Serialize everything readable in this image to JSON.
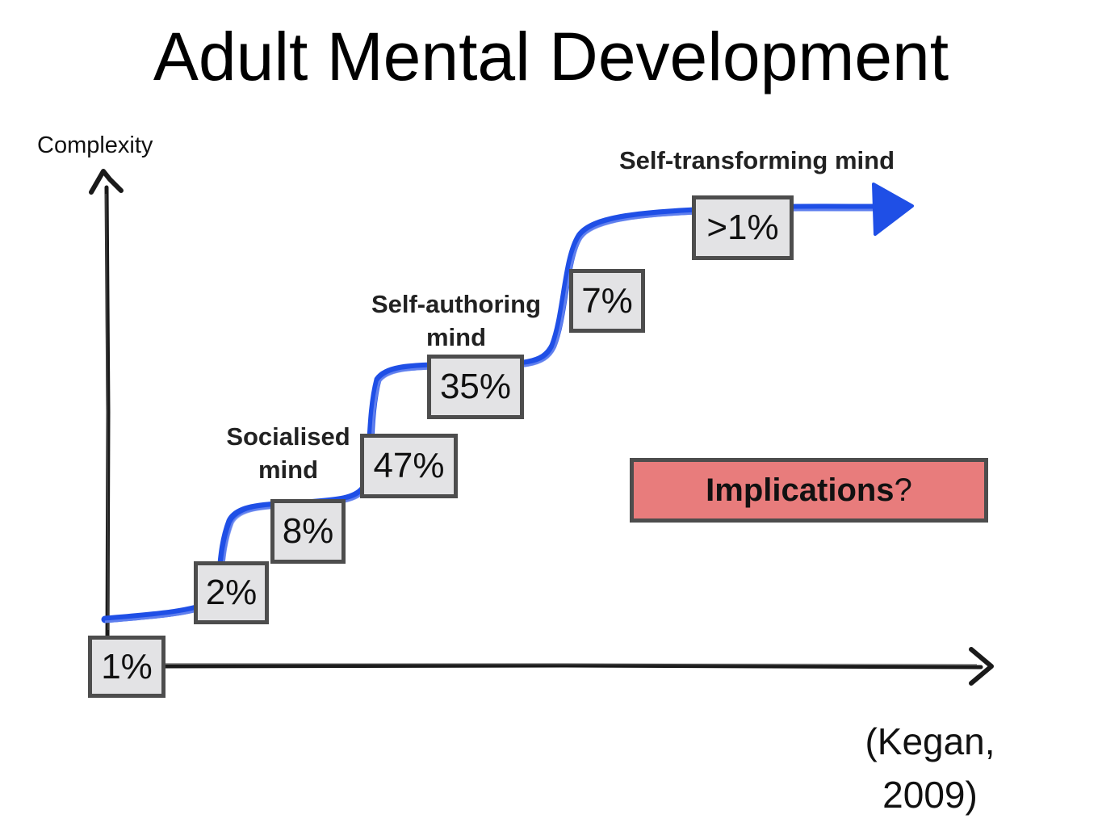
{
  "title": "Adult Mental Development",
  "y_axis_label": "Complexity",
  "stages": {
    "socialised": [
      "Socialised",
      "mind"
    ],
    "self_authoring": [
      "Self-authoring",
      "mind"
    ],
    "self_transforming": "Self-transforming mind"
  },
  "percentages": [
    "1%",
    "2%",
    "8%",
    "47%",
    "35%",
    "7%",
    ">1%"
  ],
  "implications": {
    "bold": "Implications",
    "suffix": "?"
  },
  "citation": [
    "(Kegan,",
    "2009)"
  ],
  "colors": {
    "curve": "#1f4fe6",
    "box_fill": "#e3e3e5",
    "box_border": "#4d4d4d",
    "implications_fill": "#e87c7c"
  }
}
